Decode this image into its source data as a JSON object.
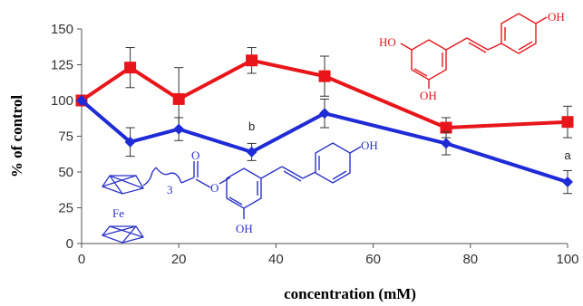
{
  "chart_data": {
    "type": "line",
    "title": "",
    "xlabel": "concentration (mM)",
    "ylabel": "% of control",
    "xlim": [
      0,
      100
    ],
    "ylim": [
      0,
      150
    ],
    "xticks": [
      0,
      20,
      40,
      60,
      80,
      100
    ],
    "yticks": [
      0,
      25,
      50,
      75,
      100,
      125,
      150
    ],
    "grid": false,
    "series": [
      {
        "color": "#e8161b",
        "marker": "square",
        "x": [
          0,
          10,
          20,
          35,
          50,
          75,
          100
        ],
        "y": [
          100,
          123,
          101,
          128,
          117,
          81,
          85
        ],
        "err": [
          0,
          14,
          22,
          9,
          14,
          7,
          11
        ]
      },
      {
        "color": "#1f2bd6",
        "marker": "diamond",
        "x": [
          0,
          10,
          20,
          35,
          50,
          75,
          100
        ],
        "y": [
          100,
          71,
          80,
          64,
          91,
          70,
          43
        ],
        "err": [
          0,
          10,
          8,
          6,
          10,
          8,
          8
        ]
      }
    ],
    "annotations": [
      {
        "text": "b",
        "x": 35,
        "y": 79
      },
      {
        "text": "a",
        "x": 100,
        "y": 59
      }
    ]
  },
  "structures": {
    "resveratrol": {
      "oh_top": "OH",
      "oh_left": "HO",
      "oh_bottom": "OH",
      "color": "#e8161b"
    },
    "ferrocenyl": {
      "fe": "Fe",
      "subscript": "3",
      "o1": "O",
      "o2": "O",
      "oh_top": "OH",
      "oh_bottom": "OH",
      "color": "#2b33c8"
    }
  }
}
